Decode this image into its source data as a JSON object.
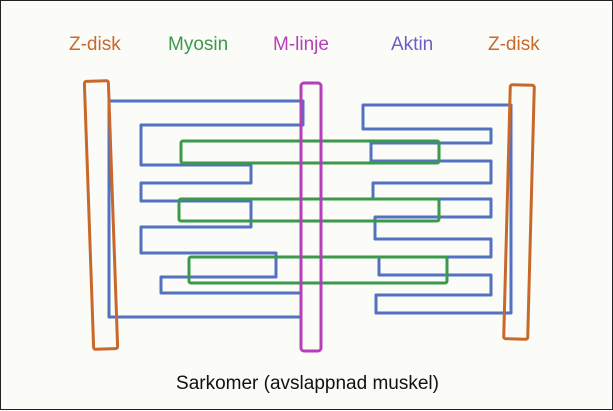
{
  "labels": {
    "z_disk_left": "Z-disk",
    "myosin": "Myosin",
    "m_line": "M-linje",
    "actin": "Aktin",
    "z_disk_right": "Z-disk"
  },
  "caption": "Sarkomer (avslappnad muskel)",
  "colors": {
    "z_disk": "#c8692b",
    "myosin": "#3a9a4a",
    "m_line": "#b43fb8",
    "actin": "#3f63b8",
    "actin_label": "#6a5fc8"
  }
}
